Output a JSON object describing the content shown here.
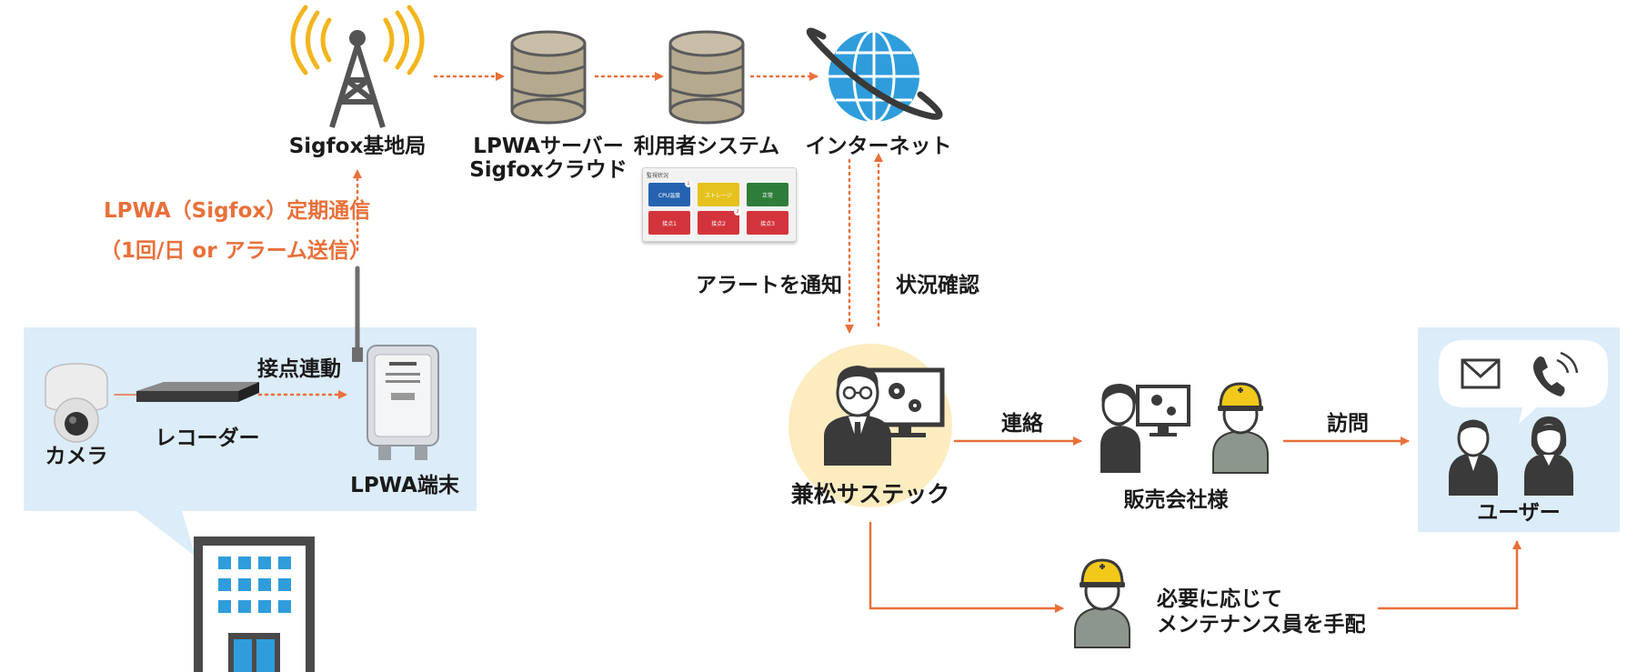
{
  "labels": {
    "base_station": "Sigfox基地局",
    "lpwa_server_line1": "LPWAサーバー",
    "lpwa_server_line2": "Sigfoxクラウド",
    "user_system": "利用者システム",
    "internet": "インターネット",
    "comm_line1": "LPWA（Sigfox）定期通信",
    "comm_line2": "（1回/日 or アラーム送信）",
    "contact_link": "接点連動",
    "camera": "カメラ",
    "recorder": "レコーダー",
    "lpwa_terminal": "LPWA端末",
    "alert_notify": "アラートを通知",
    "status_check": "状況確認",
    "company": "兼松サステック",
    "contact": "連絡",
    "distributor": "販売会社様",
    "visit": "訪問",
    "user": "ユーザー",
    "dispatch_line1": "必要に応じて",
    "dispatch_line2": "メンテナンス員を手配"
  },
  "colors": {
    "accent": "#e8703a",
    "panel": "#dcecf8",
    "company_circle": "#fcecc0",
    "helmet": "#f2c91a",
    "antenna_waves": "#f3b51d",
    "building": "#2f9ddb"
  },
  "icons": [
    "antenna-tower-icon",
    "database-icon",
    "globe-icon",
    "camera-icon",
    "recorder-icon",
    "lpwa-device-icon",
    "building-icon",
    "engineer-icon",
    "gear-icon",
    "monitor-icon",
    "operator-icon",
    "worker-helmet-icon",
    "mail-icon",
    "phone-icon",
    "person-icon"
  ],
  "mini_screen": {
    "title": "監視状況",
    "buttons": [
      {
        "label": "CPU温度",
        "color": "#2563b0",
        "badge": "1"
      },
      {
        "label": "ストレージ",
        "color": "#e6c21e",
        "badge": ""
      },
      {
        "label": "正常",
        "color": "#2f7d3b",
        "badge": ""
      },
      {
        "label": "接点1",
        "color": "#d3343b",
        "badge": ""
      },
      {
        "label": "接点2",
        "color": "#d3343b",
        "badge": "2"
      },
      {
        "label": "接点3",
        "color": "#d3343b",
        "badge": ""
      }
    ]
  }
}
